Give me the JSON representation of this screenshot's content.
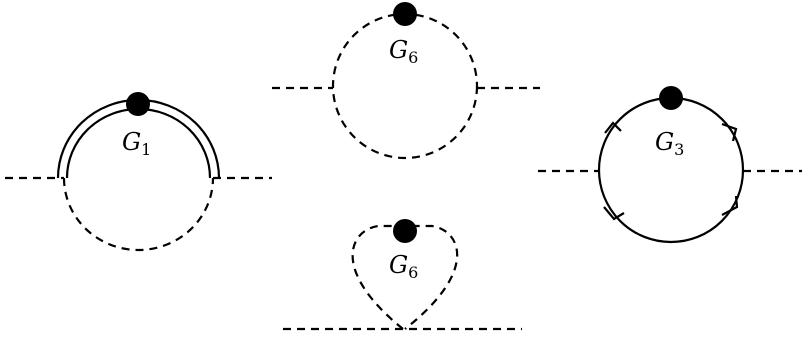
{
  "diagrams": [
    {
      "id": "diagram-1",
      "vertex_label": {
        "base": "G",
        "sub": "1"
      },
      "upper_line": "double-solid",
      "lower_line": "dashed",
      "external_legs": "dashed"
    },
    {
      "id": "diagram-6-loop",
      "vertex_label": {
        "base": "G",
        "sub": "6"
      },
      "loop_line": "dashed",
      "external_legs": "dashed"
    },
    {
      "id": "diagram-6-tadpole",
      "vertex_label": {
        "base": "G",
        "sub": "6"
      },
      "loop_line": "dashed",
      "external_legs": "dashed"
    },
    {
      "id": "diagram-3",
      "vertex_label": {
        "base": "G",
        "sub": "3"
      },
      "loop_line": "solid-with-arrows",
      "external_legs": "dashed"
    }
  ]
}
